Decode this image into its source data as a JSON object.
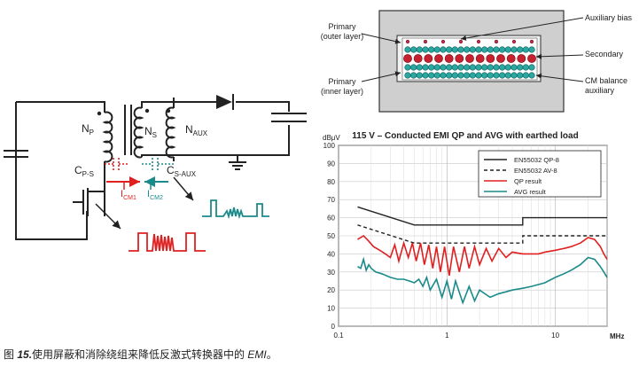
{
  "circuit": {
    "n_p": "N",
    "n_p_sub": "P",
    "n_s": "N",
    "n_s_sub": "S",
    "n_aux": "N",
    "n_aux_sub": "AUX",
    "c_ps": "C",
    "c_ps_sub": "P-S",
    "c_saux": "C",
    "c_saux_sub": "S-AUX",
    "i_cm1": "I",
    "i_cm1_sub": "CM1",
    "i_cm2": "I",
    "i_cm2_sub": "CM2"
  },
  "cross_section": {
    "primary_outer": [
      "Primary",
      "(outer layer)"
    ],
    "primary_inner": [
      "Primary",
      "(inner layer)"
    ],
    "auxiliary_bias": "Auxiliary bias",
    "secondary": "Secondary",
    "cm_balance": [
      "CM balance",
      "auxiliary"
    ]
  },
  "chart_data": {
    "type": "line",
    "title": "115 V – Conducted EMI QP and AVG with earthed load",
    "ylabel": "dBμV",
    "xlabel": "MHz",
    "x_scale": "log",
    "xlim": [
      0.1,
      30
    ],
    "ylim": [
      0,
      100
    ],
    "x_ticks": [
      0.1,
      1,
      10
    ],
    "x_tick_labels": [
      "0.1",
      "1",
      "10"
    ],
    "y_ticks": [
      0,
      10,
      20,
      30,
      40,
      50,
      60,
      70,
      80,
      90,
      100
    ],
    "y_tick_labels": [
      "0",
      "10",
      "20",
      "30",
      "40",
      "50",
      "60",
      "70",
      "80",
      "90",
      "100"
    ],
    "grid": true,
    "legend_position": "top-right",
    "series": [
      {
        "name": "EN55032 QP-8",
        "color": "#222222",
        "dash": "solid",
        "x": [
          0.15,
          0.5,
          0.5,
          5,
          5,
          30
        ],
        "y": [
          66,
          56,
          56,
          56,
          60,
          60
        ]
      },
      {
        "name": "EN55032 AV-8",
        "color": "#222222",
        "dash": "dashed",
        "x": [
          0.15,
          0.5,
          0.5,
          5,
          5,
          30
        ],
        "y": [
          56,
          46,
          46,
          46,
          50,
          50
        ]
      },
      {
        "name": "QP result",
        "color": "#e02020",
        "dash": "solid",
        "x": [
          0.15,
          0.17,
          0.19,
          0.21,
          0.24,
          0.27,
          0.3,
          0.33,
          0.36,
          0.4,
          0.44,
          0.48,
          0.52,
          0.57,
          0.62,
          0.68,
          0.74,
          0.8,
          0.87,
          0.95,
          1.05,
          1.15,
          1.3,
          1.45,
          1.6,
          1.8,
          2.0,
          2.3,
          2.6,
          3.0,
          3.5,
          4.0,
          5.0,
          6.0,
          7.0,
          8.0,
          10,
          12,
          14,
          17,
          20,
          23,
          26,
          28,
          30
        ],
        "y": [
          48,
          50,
          47,
          44,
          42,
          40,
          38,
          45,
          36,
          46,
          38,
          46,
          36,
          46,
          34,
          45,
          32,
          44,
          30,
          44,
          28,
          44,
          30,
          44,
          32,
          44,
          34,
          43,
          36,
          43,
          38,
          41,
          40,
          40,
          40,
          41,
          42,
          43,
          44,
          46,
          49,
          48,
          44,
          40,
          37
        ]
      },
      {
        "name": "AVG result",
        "color": "#1a8a8a",
        "dash": "solid",
        "x": [
          0.15,
          0.16,
          0.17,
          0.18,
          0.19,
          0.2,
          0.22,
          0.25,
          0.3,
          0.35,
          0.4,
          0.45,
          0.5,
          0.55,
          0.6,
          0.65,
          0.7,
          0.8,
          0.9,
          1.0,
          1.1,
          1.2,
          1.4,
          1.6,
          1.8,
          2.0,
          2.5,
          3.0,
          3.5,
          4.0,
          5.0,
          6.0,
          8.0,
          10,
          12,
          14,
          17,
          20,
          23,
          26,
          28,
          30
        ],
        "y": [
          33,
          32,
          37,
          31,
          34,
          32,
          30,
          29,
          27,
          26,
          26,
          25,
          24,
          26,
          22,
          27,
          20,
          26,
          16,
          25,
          15,
          25,
          13,
          22,
          14,
          20,
          16,
          18,
          19,
          20,
          21,
          22,
          24,
          27,
          29,
          31,
          34,
          38,
          37,
          33,
          30,
          27
        ]
      }
    ]
  },
  "caption": {
    "prefix": "图 ",
    "number": "15.",
    "text": "使用屏蔽和消除绕组来降低反激式转换器中的 ",
    "emi": "EMI",
    "suffix": "。"
  }
}
